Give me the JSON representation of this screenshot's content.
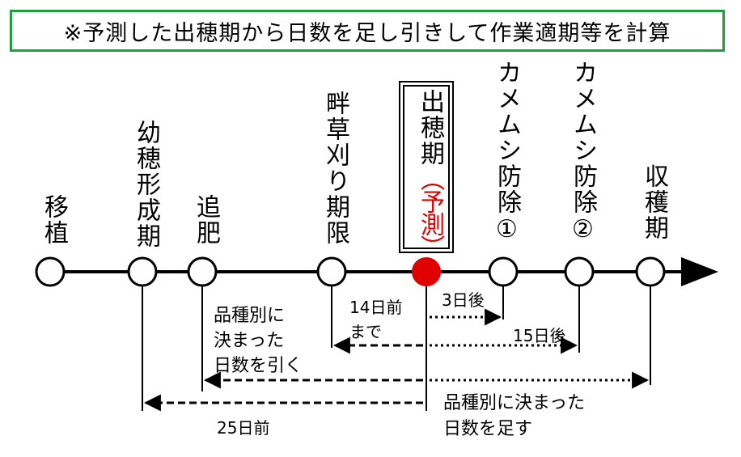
{
  "title": "※予測した出穂期から日数を足し引きして作業適期等を計算",
  "colors": {
    "title_border": "#1e9e3c",
    "marker": "#e00000",
    "highlight_text": "#e00000"
  },
  "stages": [
    {
      "key": "transplant",
      "label": "移植"
    },
    {
      "key": "young_panicle",
      "label": "幼穂形成期"
    },
    {
      "key": "topdress",
      "label": "追肥"
    },
    {
      "key": "weeding_limit",
      "label": "畔草刈り期限"
    },
    {
      "key": "heading",
      "label": "出穂期",
      "sub": "（予測）"
    },
    {
      "key": "stinkbug1",
      "label": "カメムシ防除①"
    },
    {
      "key": "stinkbug2",
      "label": "カメムシ防除②"
    },
    {
      "key": "harvest",
      "label": "収穫期"
    }
  ],
  "notes": {
    "days_before_14": "14日前",
    "until": "まで",
    "days_after_3": "3日後",
    "days_after_15": "15日後",
    "subtract_line1": "品種別に",
    "subtract_line2": "決まった",
    "subtract_line3": "日数を引く",
    "add_line1": "品種別に決まった",
    "add_line2": "日数を足す",
    "days_before_25": "25日前"
  }
}
